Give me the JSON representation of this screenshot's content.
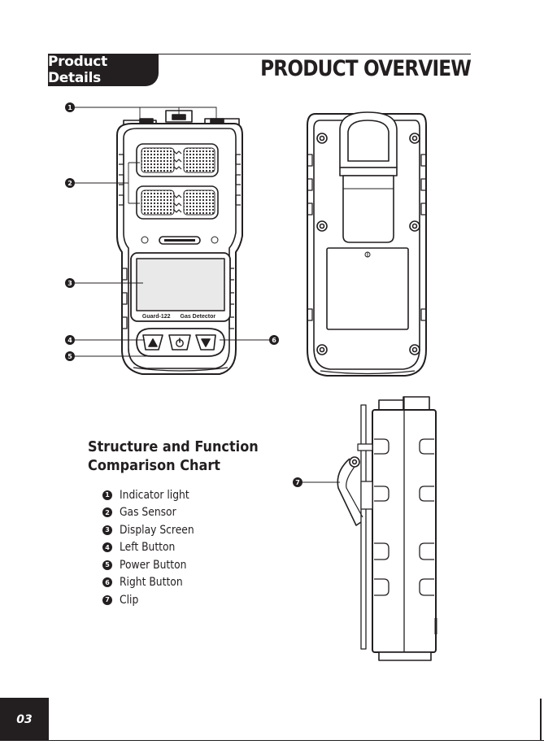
{
  "header": {
    "tab_label": "Product Details",
    "title": "PRODUCT OVERVIEW"
  },
  "device": {
    "label_model": "Guard-122",
    "label_name": "Gas Detector"
  },
  "callouts": [
    "1",
    "2",
    "3",
    "4",
    "5",
    "6",
    "7"
  ],
  "chart_heading": {
    "line1": "Structure and Function",
    "line2": "Comparison Chart"
  },
  "legend": [
    {
      "num": "1",
      "label": "Indicator light"
    },
    {
      "num": "2",
      "label": "Gas Sensor"
    },
    {
      "num": "3",
      "label": "Display Screen"
    },
    {
      "num": "4",
      "label": "Left Button"
    },
    {
      "num": "5",
      "label": "Power Button"
    },
    {
      "num": "6",
      "label": "Right Button"
    },
    {
      "num": "7",
      "label": "Clip"
    }
  ],
  "footer": {
    "page_number": "03"
  },
  "colors": {
    "ink": "#231f20",
    "paper": "#ffffff",
    "screen": "#e9e9e9"
  }
}
